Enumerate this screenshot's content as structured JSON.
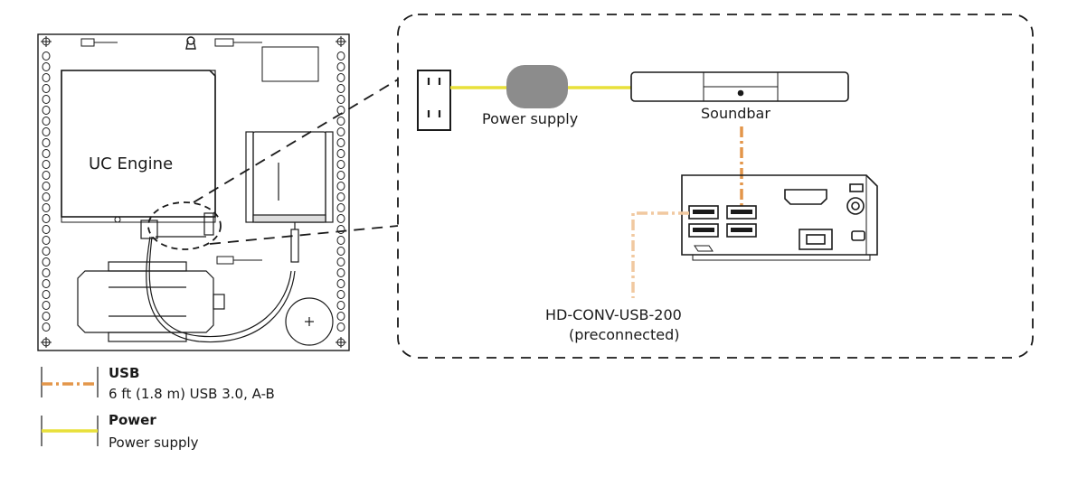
{
  "labels": {
    "uc_engine": "UC Engine",
    "power_supply": "Power supply",
    "soundbar": "Soundbar",
    "converter_name": "HD-CONV-USB-200",
    "converter_note": "(preconnected)"
  },
  "legend": [
    {
      "title": "USB",
      "desc": "6 ft (1.8 m) USB 3.0, A-B",
      "line_color": "#e3964a",
      "line_style": "dash-dot"
    },
    {
      "title": "Power",
      "desc": "Power supply",
      "line_color": "#e8e03a",
      "line_style": "solid"
    }
  ],
  "colors": {
    "usb": "#e3964a",
    "usb_light": "#f1c9a0",
    "power": "#e8e03a",
    "power_supply_fill": "#8c8c8c",
    "outline": "#1a1a1a"
  }
}
